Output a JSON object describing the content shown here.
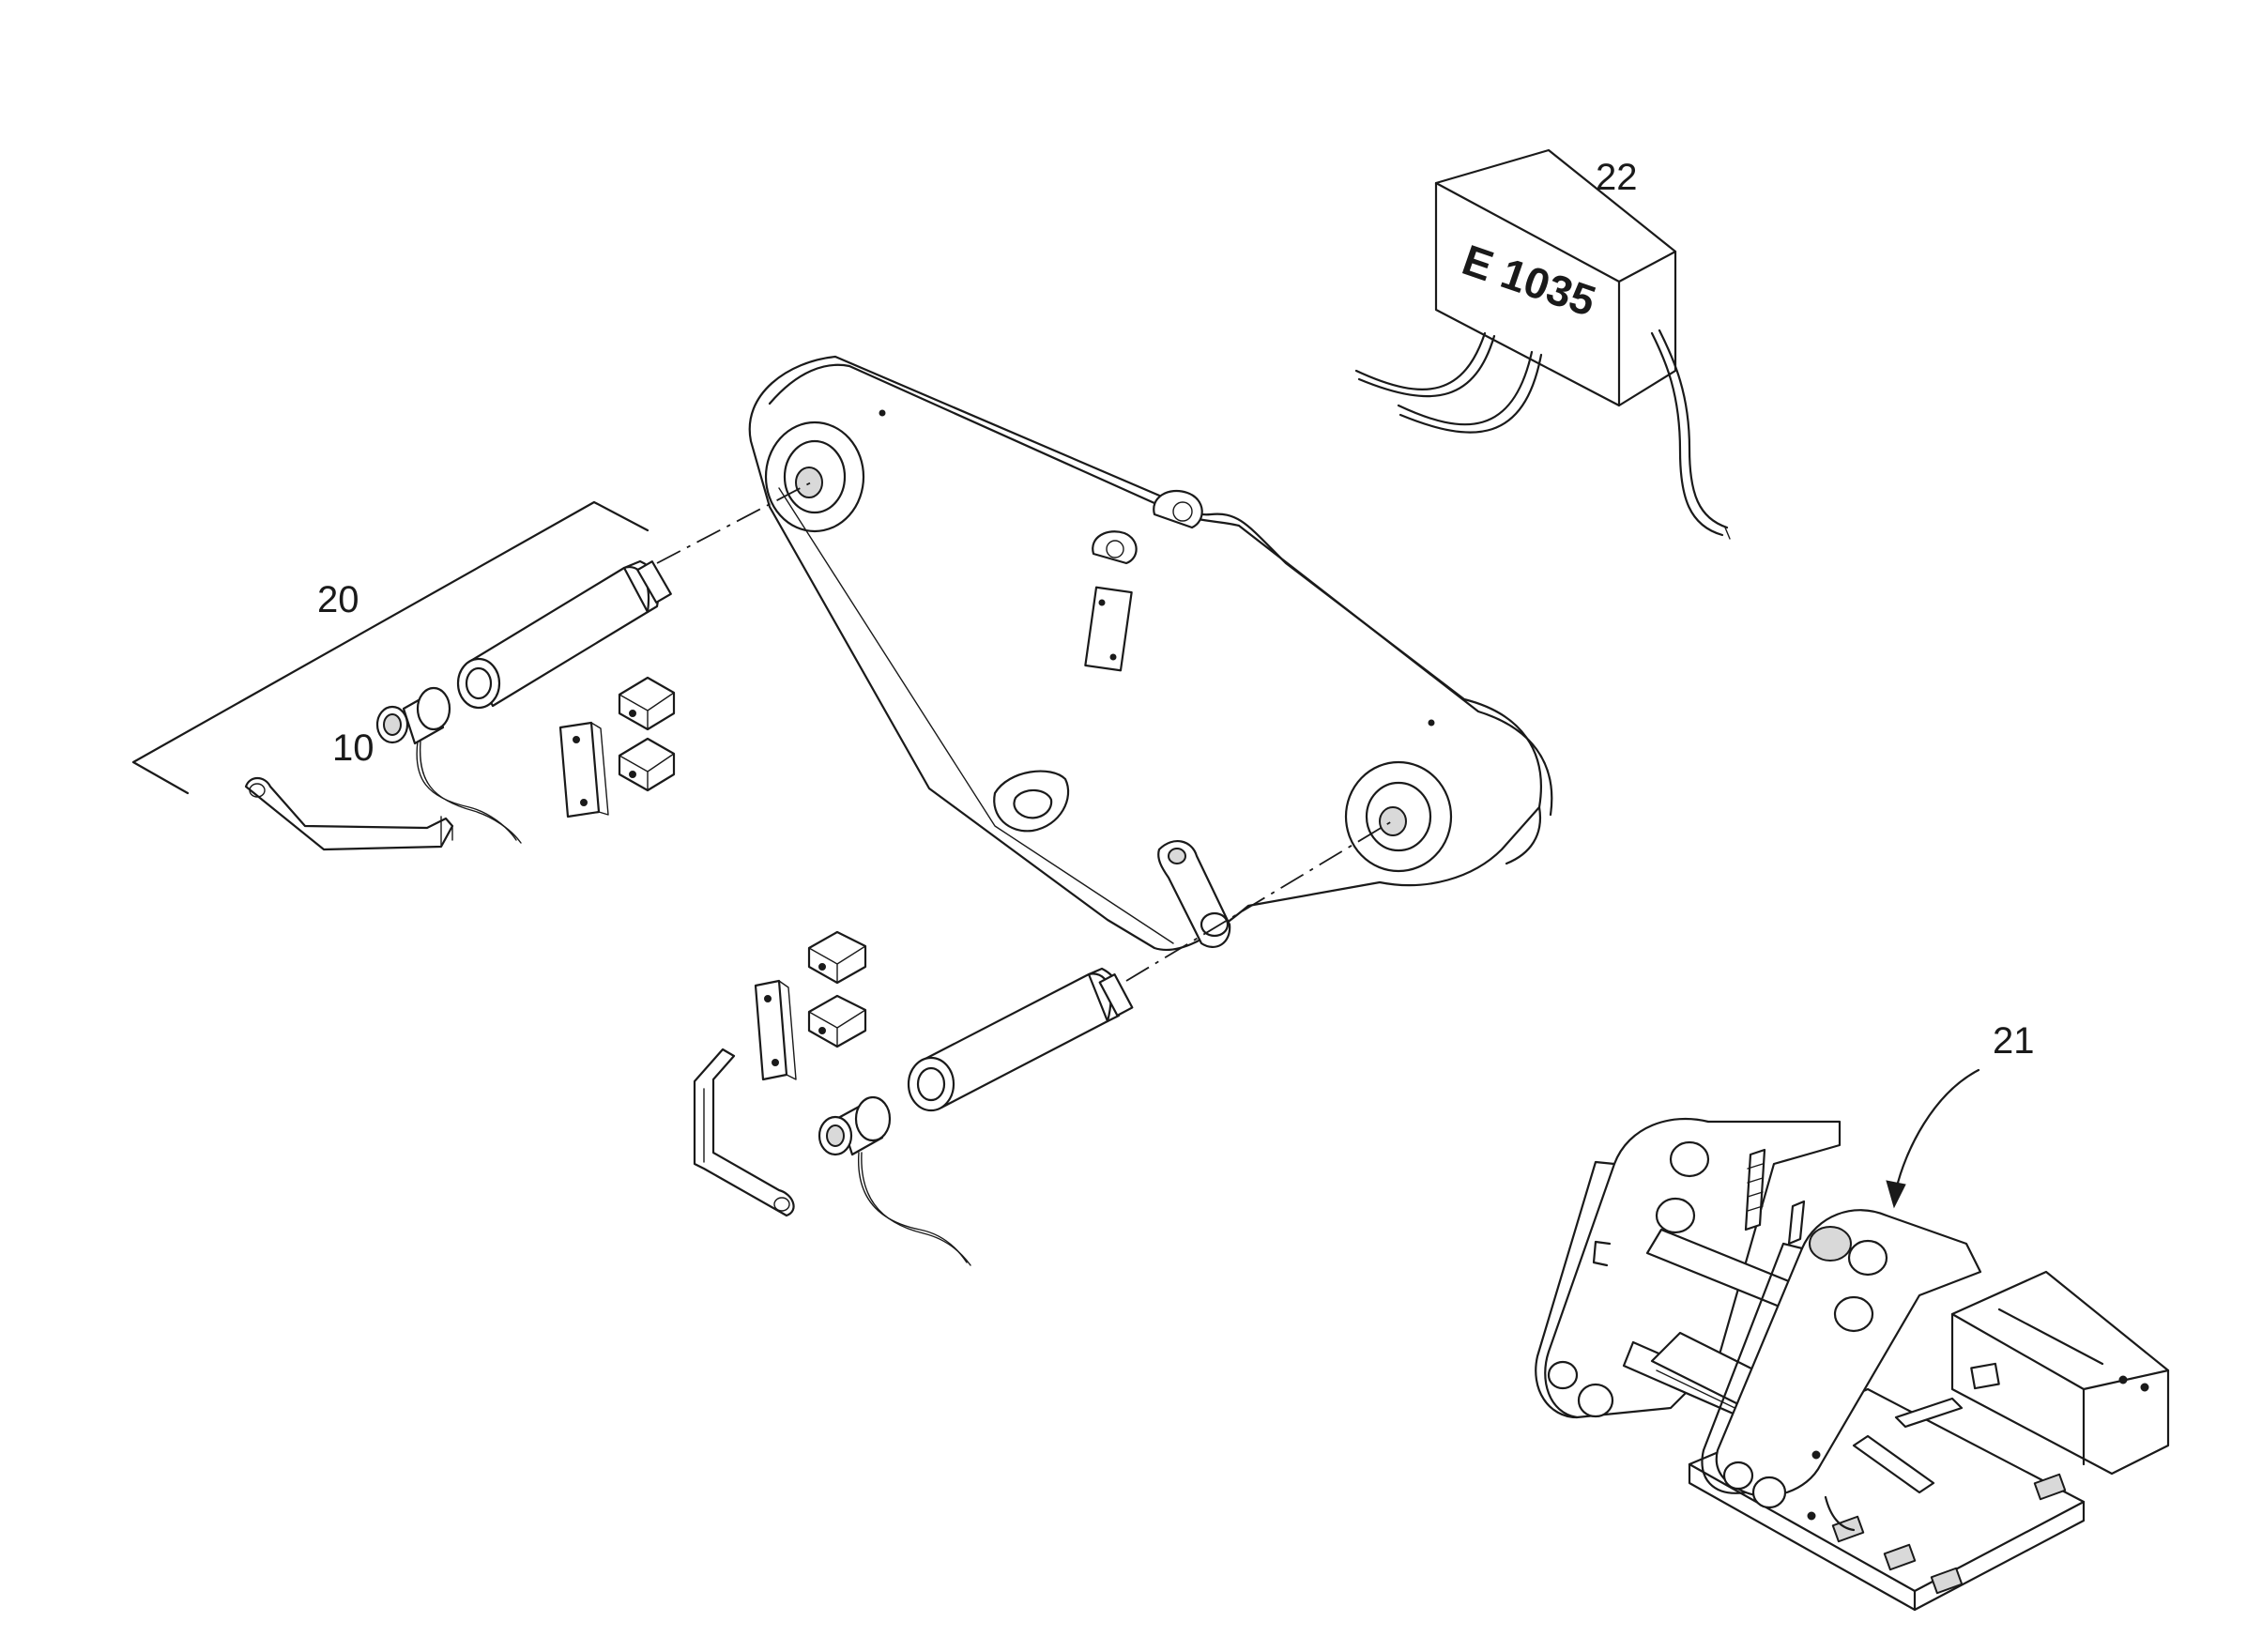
{
  "callouts": {
    "c10": "10",
    "c20": "20",
    "c21": "21",
    "c22": "22"
  },
  "module_label": "E 1035"
}
